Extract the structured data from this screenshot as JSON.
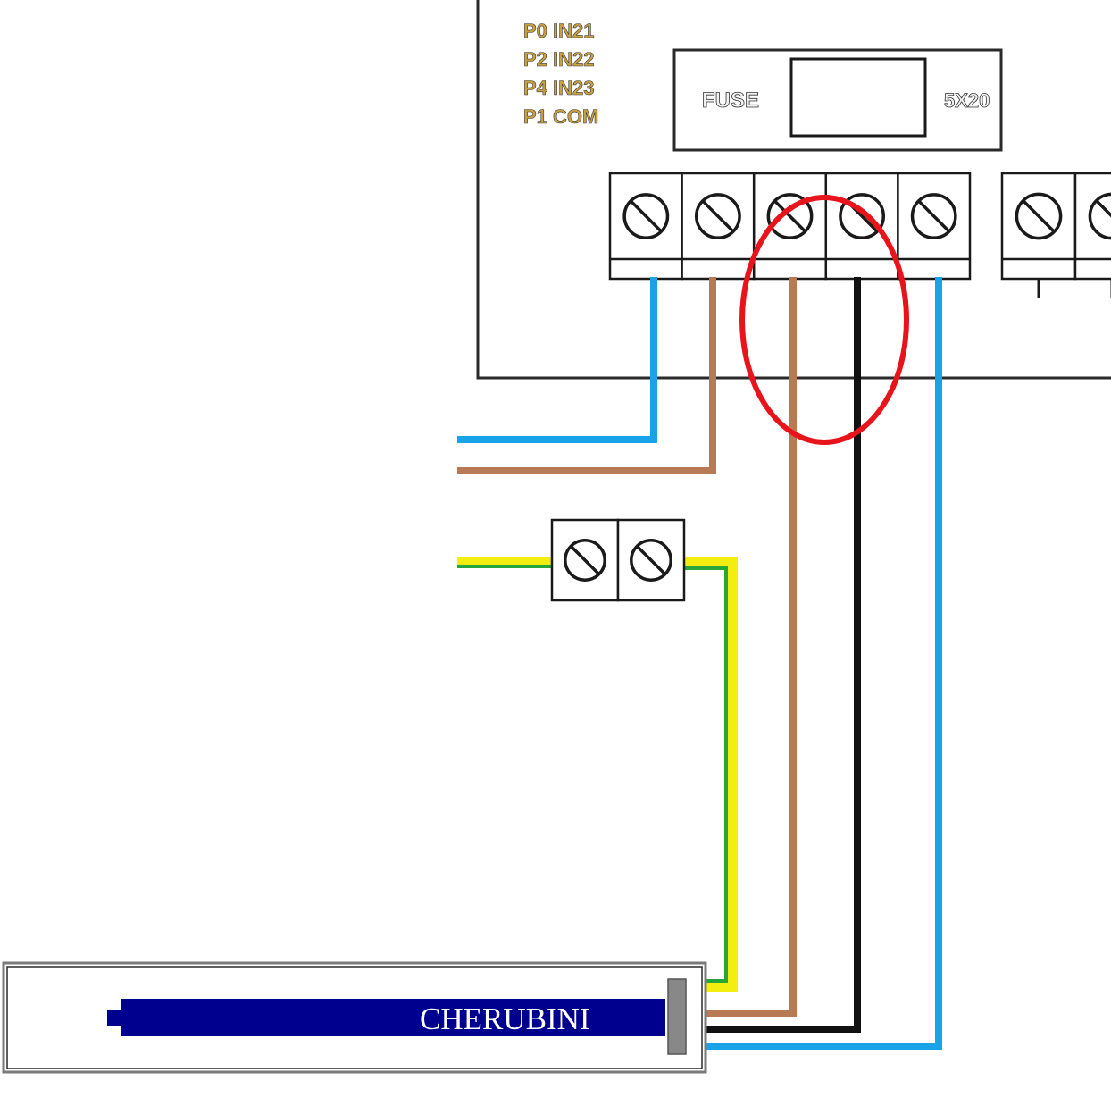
{
  "pin_labels": [
    "P0 IN21",
    "P2 IN22",
    "P4 IN23",
    "P1 COM"
  ],
  "fuse": {
    "label": "FUSE",
    "size": "5X20"
  },
  "motor": {
    "brand": "CHERUBINI"
  },
  "colors": {
    "blue": "#1aa3e8",
    "brown": "#b87a55",
    "black": "#111111",
    "yellow": "#f4ee10",
    "green": "#28a63a",
    "highlight": "#e8141c",
    "motor_body": "#00008f",
    "outline": "#2a2a2a"
  }
}
